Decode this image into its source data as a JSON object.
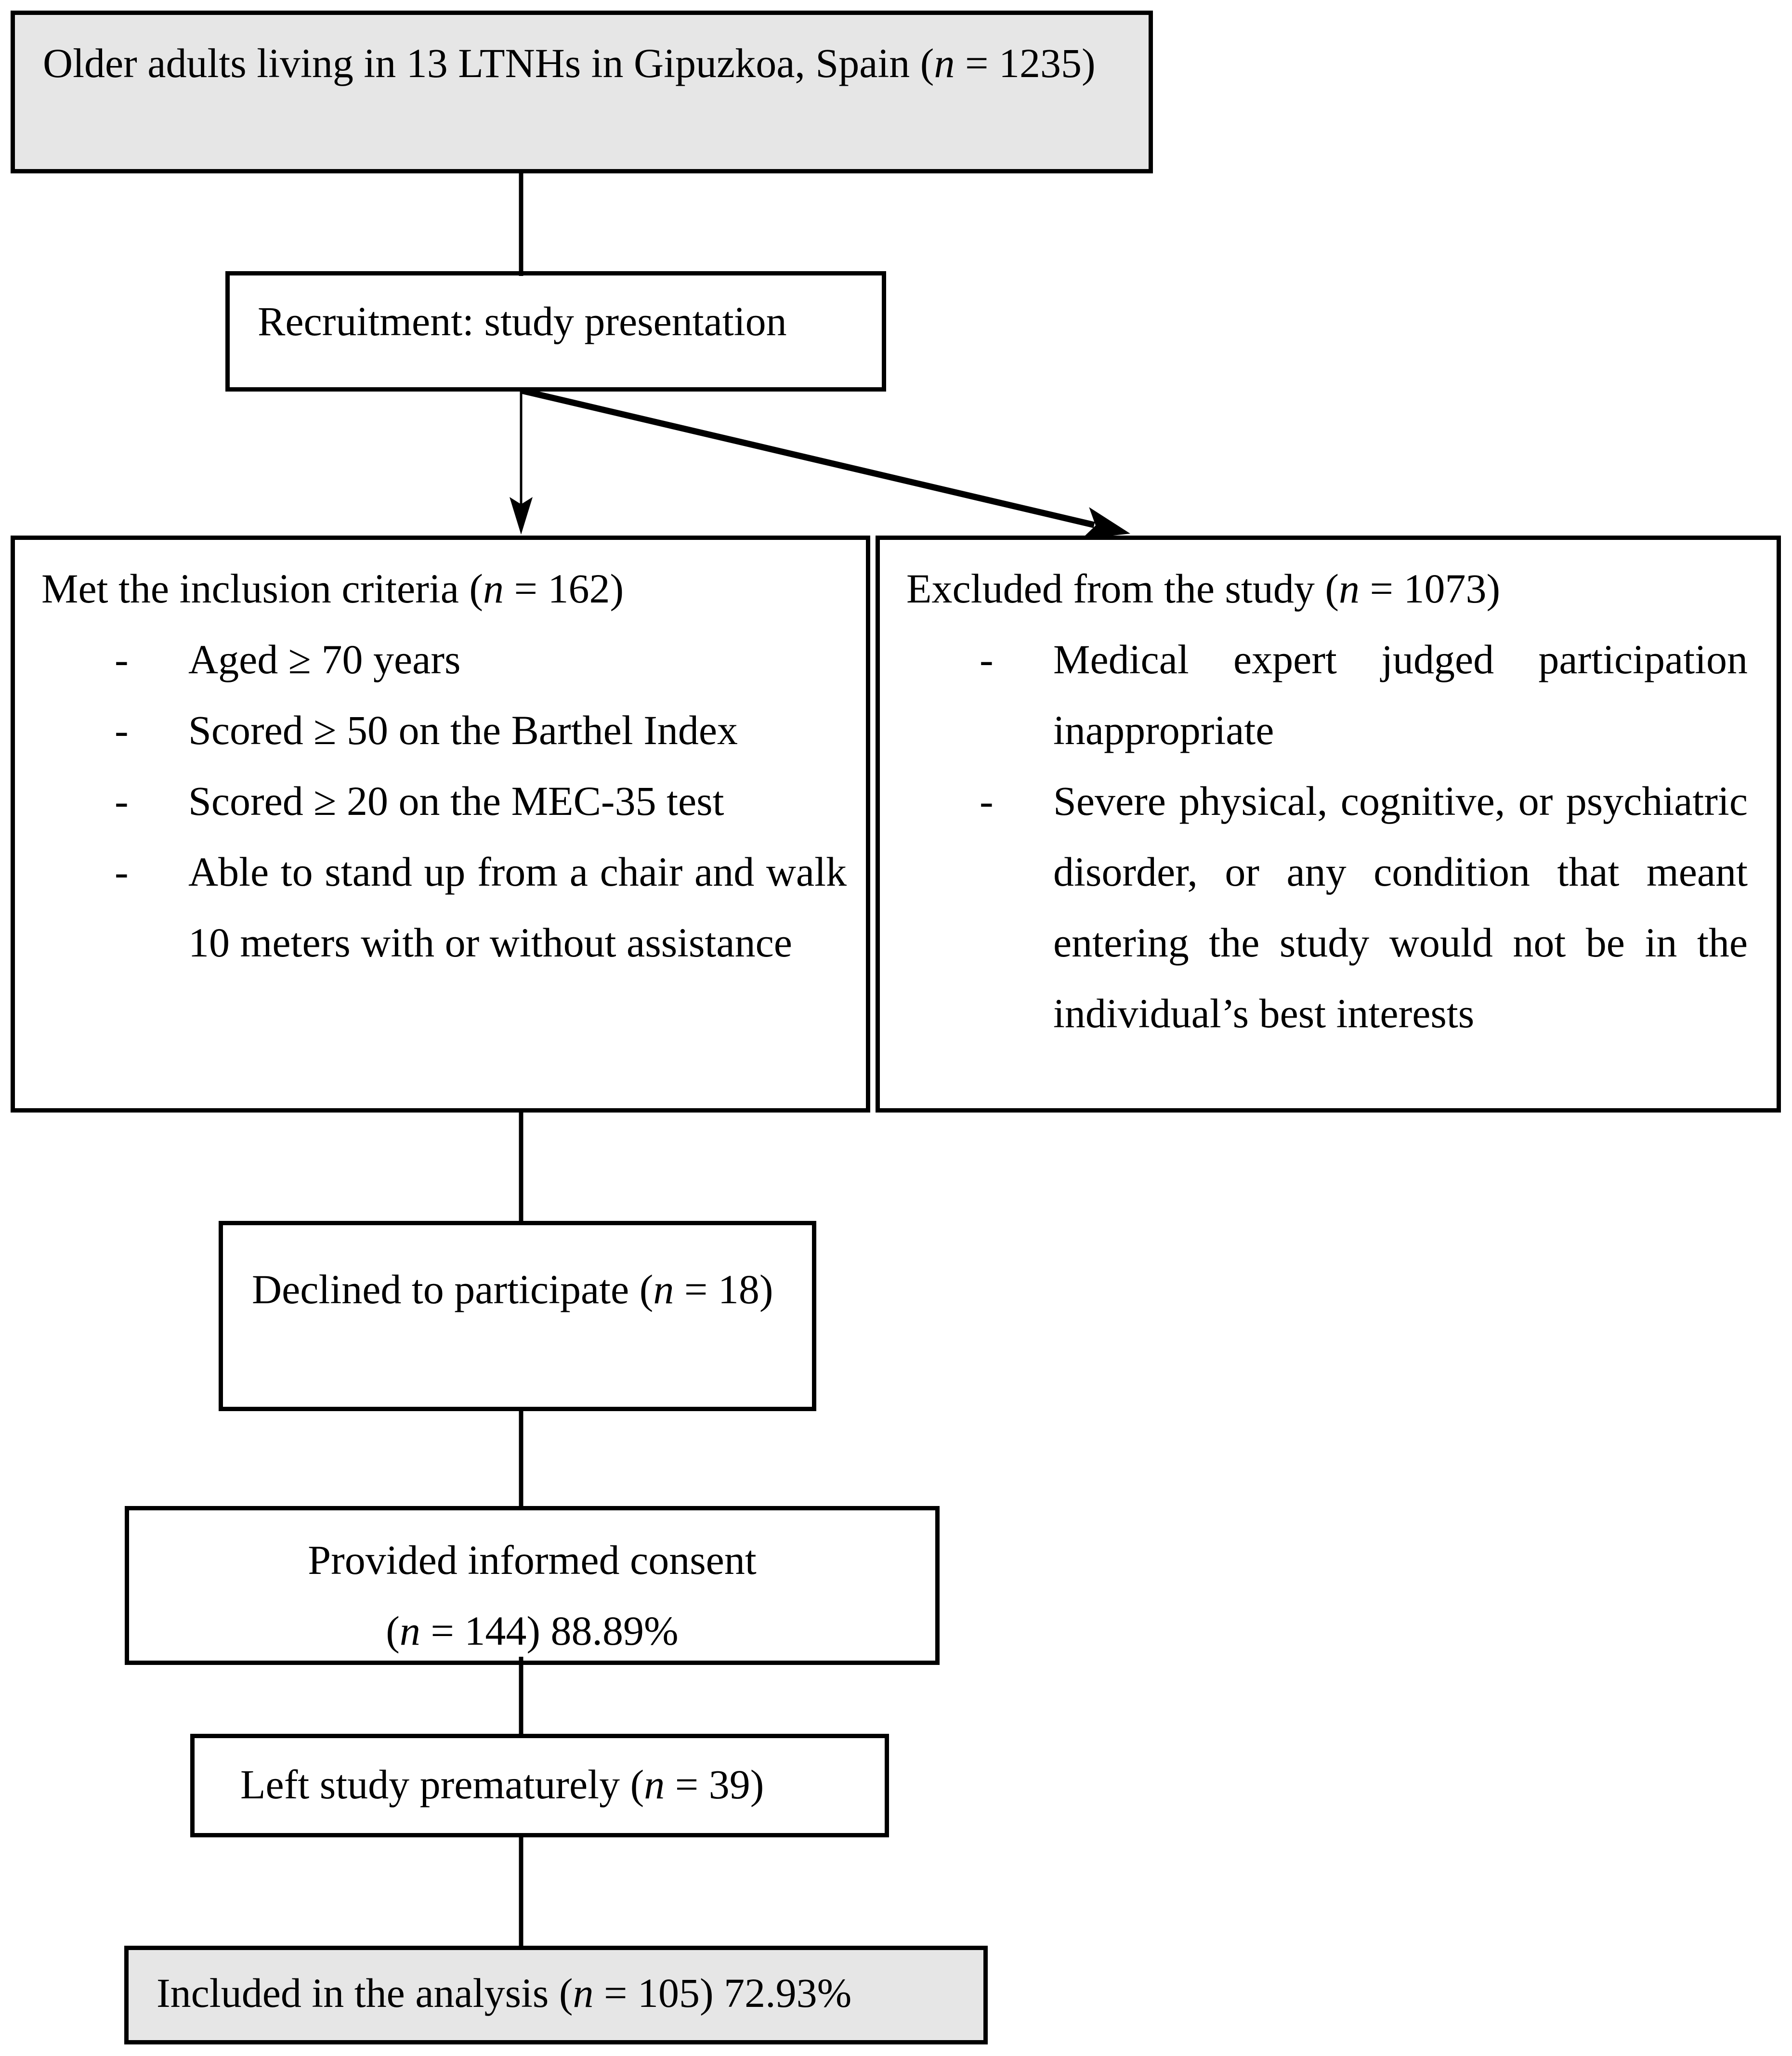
{
  "colors": {
    "box_fill_gray": "#e6e6e6",
    "line_color": "#000000",
    "background": "#ffffff"
  },
  "glyphs": {
    "bullet_marker": "-"
  },
  "boxes": {
    "population": {
      "pre": "Older adults living in 13 LTNHs in Gipuzkoa, Spain (",
      "n": "n",
      "post": " = 1235)"
    },
    "recruitment": {
      "label": "Recruitment: study presentation"
    },
    "inclusion": {
      "heading_pre": "Met the inclusion criteria (",
      "n": "n",
      "heading_post": " = 162)",
      "items": [
        {
          "lines": [
            {
              "text": "Aged ≥ 70 years"
            }
          ]
        },
        {
          "lines": [
            {
              "text": "Scored ≥ 50 on the Barthel Index"
            }
          ]
        },
        {
          "lines": [
            {
              "text": "Scored ≥ 20 on the MEC-35 test"
            }
          ]
        },
        {
          "lines": [
            {
              "text": "Able to stand up from a chair and walk"
            },
            {
              "text": "10 meters with or without assistance"
            }
          ]
        }
      ]
    },
    "excluded": {
      "heading_pre": "Excluded from the study (",
      "n": "n",
      "heading_post": " = 1073)",
      "items": [
        {
          "lines": [
            {
              "text": "Medical expert judged participation"
            },
            {
              "text": "inappropriate"
            }
          ]
        },
        {
          "lines": [
            {
              "text": "Severe physical, cognitive, or psychiatric"
            },
            {
              "text": "disorder, or any condition that meant"
            },
            {
              "text": "entering the study would not be in the"
            },
            {
              "text": "individual’s best interests"
            }
          ]
        }
      ]
    },
    "declined": {
      "pre": "Declined to participate (",
      "n": "n",
      "post": " = 18)"
    },
    "consent": {
      "line1": "Provided informed consent",
      "line2_pre": "(",
      "n": "n",
      "line2_post": " = 144) 88.89%"
    },
    "left_prematurely": {
      "pre": "Left study prematurely (",
      "n": "n",
      "post": " = 39)"
    },
    "analysis": {
      "pre": "Included in the analysis (",
      "n": "n",
      "post": " = 105) 72.93%"
    }
  }
}
